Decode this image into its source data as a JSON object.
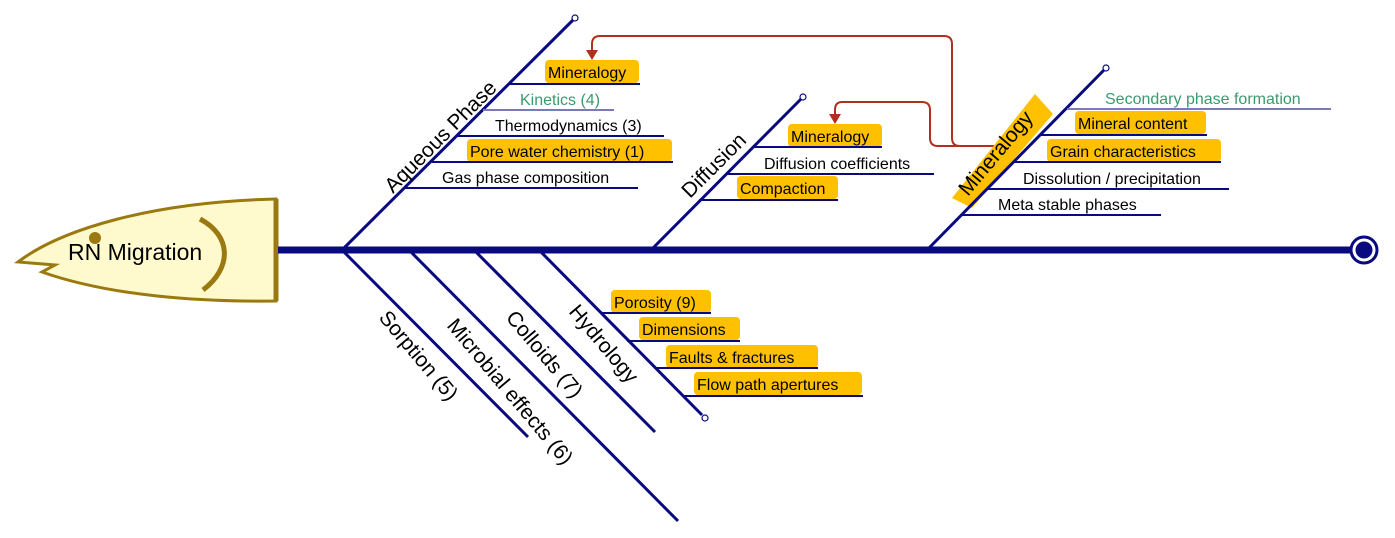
{
  "head": {
    "label": "RN Migration"
  },
  "colors": {
    "bone": "#0a0a80",
    "highlight": "#ffc000",
    "head_fill": "#fffacd",
    "head_stroke": "#9a7a10",
    "link": "#b03020",
    "green_text": "#3a9a6e"
  },
  "upper_bones": [
    {
      "label": "Aqueous Phase",
      "causes": [
        {
          "label": "Mineralogy",
          "highlight": true,
          "style": "normal"
        },
        {
          "label": "Kinetics (4)",
          "highlight": false,
          "style": "green"
        },
        {
          "label": "Thermodynamics (3)",
          "highlight": false,
          "style": "normal"
        },
        {
          "label": "Pore water chemistry (1)",
          "highlight": true,
          "style": "normal"
        },
        {
          "label": "Gas phase composition",
          "highlight": false,
          "style": "normal"
        }
      ]
    },
    {
      "label": "Diffusion",
      "causes": [
        {
          "label": "Mineralogy",
          "highlight": true,
          "style": "normal"
        },
        {
          "label": "Diffusion coefficients",
          "highlight": false,
          "style": "normal"
        },
        {
          "label": "Compaction",
          "highlight": true,
          "style": "normal"
        }
      ]
    },
    {
      "label": "Mineralogy",
      "label_highlight": true,
      "causes": [
        {
          "label": "Secondary phase formation",
          "highlight": false,
          "style": "green"
        },
        {
          "label": "Mineral content",
          "highlight": true,
          "style": "normal"
        },
        {
          "label": "Grain characteristics",
          "highlight": true,
          "style": "normal"
        },
        {
          "label": "Dissolution / precipitation",
          "highlight": false,
          "style": "normal"
        },
        {
          "label": "Meta stable phases",
          "highlight": false,
          "style": "normal"
        }
      ]
    }
  ],
  "lower_bones": [
    {
      "label": "Sorption (5)",
      "causes": []
    },
    {
      "label": "Microbial effects (6)",
      "causes": []
    },
    {
      "label": "Colloids (7)",
      "causes": []
    },
    {
      "label": "Hydrology",
      "causes": [
        {
          "label": "Porosity (9)",
          "highlight": true,
          "style": "normal"
        },
        {
          "label": "Dimensions",
          "highlight": true,
          "style": "normal"
        },
        {
          "label": "Faults & fractures",
          "highlight": true,
          "style": "normal"
        },
        {
          "label": "Flow path apertures",
          "highlight": true,
          "style": "normal"
        }
      ]
    }
  ],
  "links": [
    {
      "from": "Mineralogy",
      "to": "Aqueous Phase / Mineralogy"
    },
    {
      "from": "Mineralogy",
      "to": "Diffusion / Mineralogy"
    }
  ]
}
